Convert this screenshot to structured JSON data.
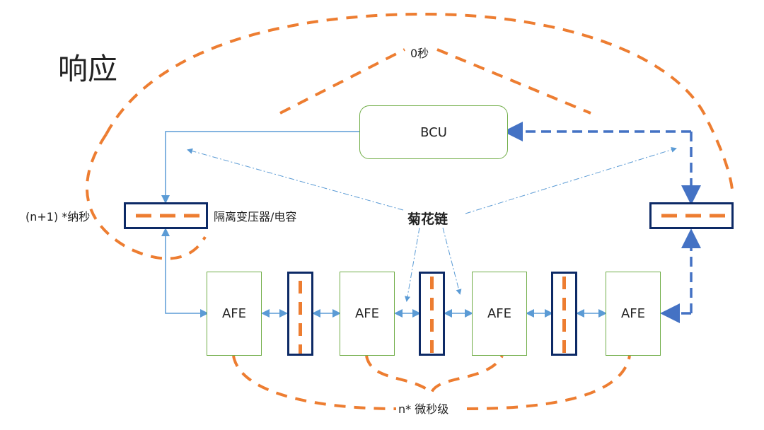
{
  "title": "响应",
  "labels": {
    "zero_seconds": "0秒",
    "n_plus_1_ns": "(n+1) *纳秒",
    "isolation": "隔离变压器/电容",
    "daisy_chain": "菊花链",
    "n_us": "n* 微秒级"
  },
  "nodes": {
    "bcu": "BCU",
    "afe": [
      "AFE",
      "AFE",
      "AFE",
      "AFE"
    ]
  },
  "colors": {
    "orange_dashed": "#ed7d31",
    "blue_solid": "#5b9bd5",
    "blue_dashed": "#4472c4",
    "isolator_border": "#0d2a66",
    "node_border": "#70ad47"
  }
}
